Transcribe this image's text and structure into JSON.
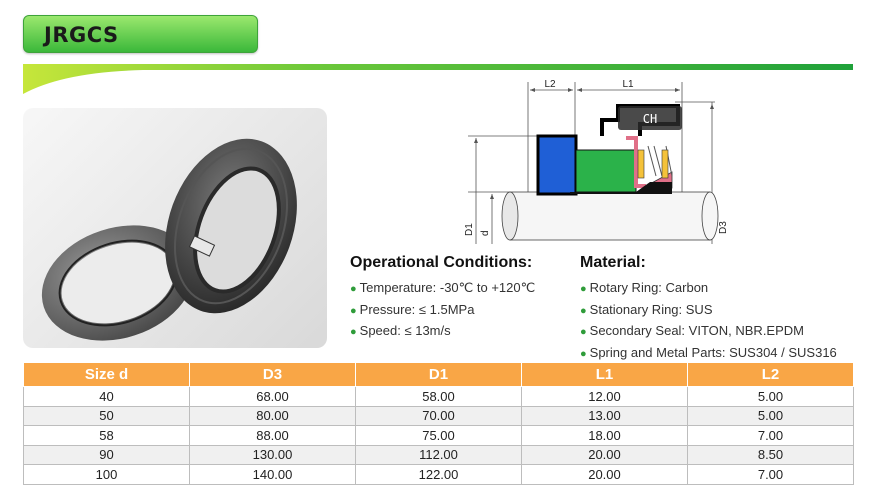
{
  "product": {
    "title": "JRGCS"
  },
  "diagram": {
    "labels": {
      "l2": "L2",
      "l1": "L1",
      "d1": "D1",
      "d": "d",
      "d3": "D3",
      "overlay": "CH"
    }
  },
  "operational": {
    "heading": "Operational Conditions:",
    "items": [
      "Temperature: -30℃ to +120℃",
      "Pressure: ≤ 1.5MPa",
      "Speed: ≤ 13m/s"
    ]
  },
  "material": {
    "heading": "Material:",
    "items": [
      "Rotary Ring: Carbon",
      "Stationary Ring: SUS",
      "Secondary Seal: VITON, NBR.EPDM",
      "Spring and Metal Parts: SUS304 / SUS316"
    ]
  },
  "table": {
    "headers": [
      "Size d",
      "D3",
      "D1",
      "L1",
      "L2"
    ],
    "rows": [
      [
        "40",
        "68.00",
        "58.00",
        "12.00",
        "5.00"
      ],
      [
        "50",
        "80.00",
        "70.00",
        "13.00",
        "5.00"
      ],
      [
        "58",
        "88.00",
        "75.00",
        "18.00",
        "7.00"
      ],
      [
        "90",
        "130.00",
        "112.00",
        "20.00",
        "8.50"
      ],
      [
        "100",
        "140.00",
        "122.00",
        "20.00",
        "7.00"
      ]
    ]
  },
  "colors": {
    "accent_green": "#3bb83a",
    "table_header": "#f9a646",
    "seal_blue": "#1f5fd6",
    "seat_green": "#2bb24a",
    "elastomer_pink": "#e07088"
  }
}
